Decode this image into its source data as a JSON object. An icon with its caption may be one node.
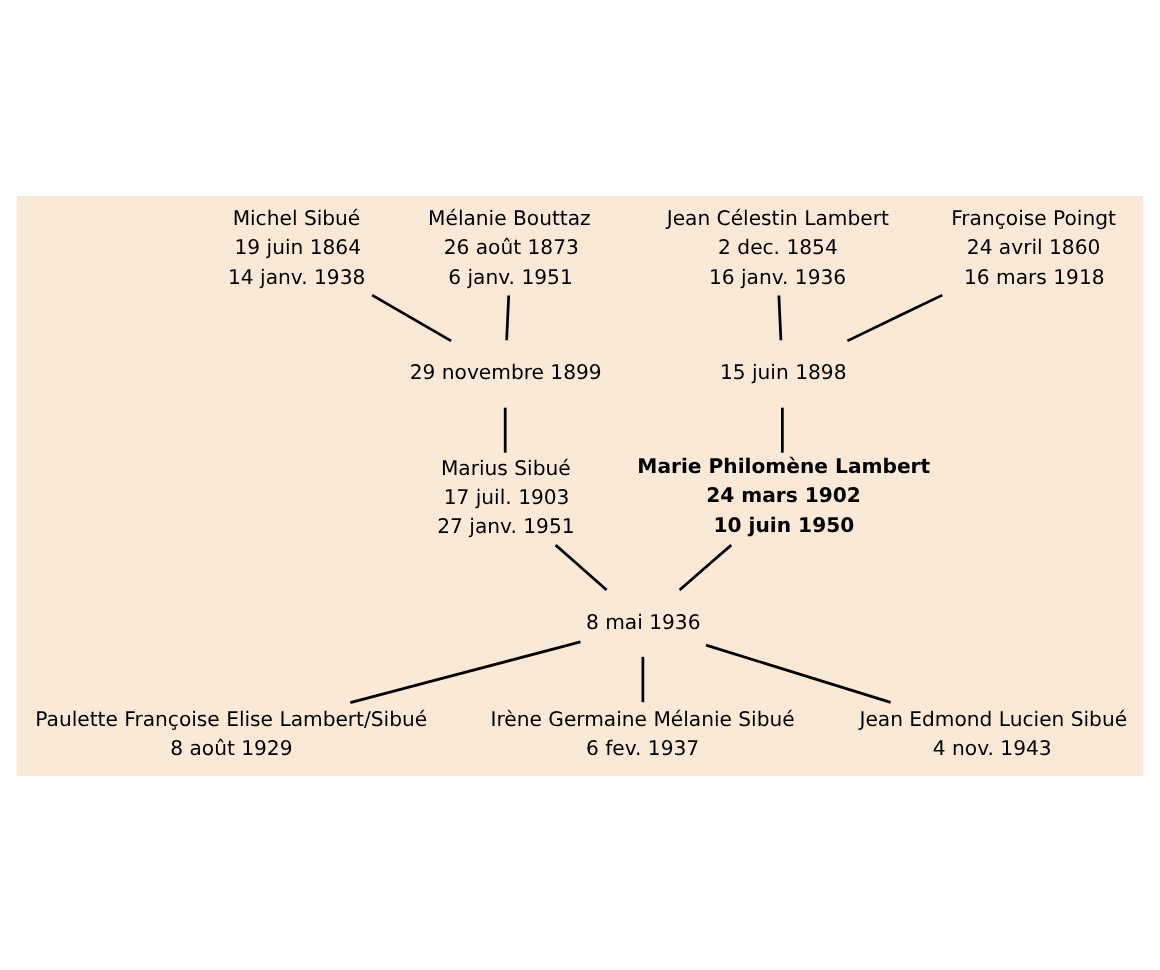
{
  "diagram": {
    "nodes": [
      {
        "text": [
          "Michel Sibué",
          "19 juin 1864",
          "14 janv. 1938"
        ]
      },
      {
        "text": [
          "Mélanie Bouttaz",
          "26 août 1873",
          "6 janv. 1951"
        ]
      },
      {
        "text": [
          "Jean Célestin Lambert",
          "2 dec. 1854",
          "16 janv. 1936"
        ]
      },
      {
        "text": [
          "Françoise Poingt",
          "24 avril 1860",
          "16 mars 1918"
        ]
      },
      {
        "text": [
          "29 novembre 1899"
        ]
      },
      {
        "text": [
          "15 juin 1898"
        ]
      },
      {
        "text": [
          "Marius Sibué",
          "17 juil. 1903",
          "27 janv. 1951"
        ]
      },
      {
        "text": [
          "Marie Philomène Lambert",
          "24 mars 1902",
          "10 juin 1950"
        ]
      },
      {
        "text": [
          "8 mai 1936"
        ]
      },
      {
        "text": [
          "Paulette Françoise Elise Lambert/Sibué",
          "8 août 1929"
        ]
      },
      {
        "text": [
          "Irène Germaine Mélanie Sibué",
          "6 fev. 1937"
        ]
      },
      {
        "text": [
          "Jean Edmond Lucien Sibué",
          "4 nov. 1943"
        ]
      }
    ],
    "edges": [
      {
        "from": 0,
        "to": 4,
        "arrow": "none"
      },
      {
        "from": 1,
        "to": 4,
        "arrow": "none"
      },
      {
        "from": 4,
        "to": 6,
        "arrow": "none"
      },
      {
        "from": 2,
        "to": 5,
        "arrow": "none"
      },
      {
        "from": 3,
        "to": 5,
        "arrow": "none"
      },
      {
        "from": 5,
        "to": 7,
        "arrow": "none"
      },
      {
        "from": 6,
        "to": 8,
        "arrow": "none"
      },
      {
        "from": 7,
        "to": 8,
        "arrow": "none"
      },
      {
        "from": 8,
        "to": 9,
        "arrow": "none"
      },
      {
        "from": 8,
        "to": 10,
        "arrow": "none"
      },
      {
        "from": 8,
        "to": 11,
        "arrow": "none"
      }
    ]
  }
}
